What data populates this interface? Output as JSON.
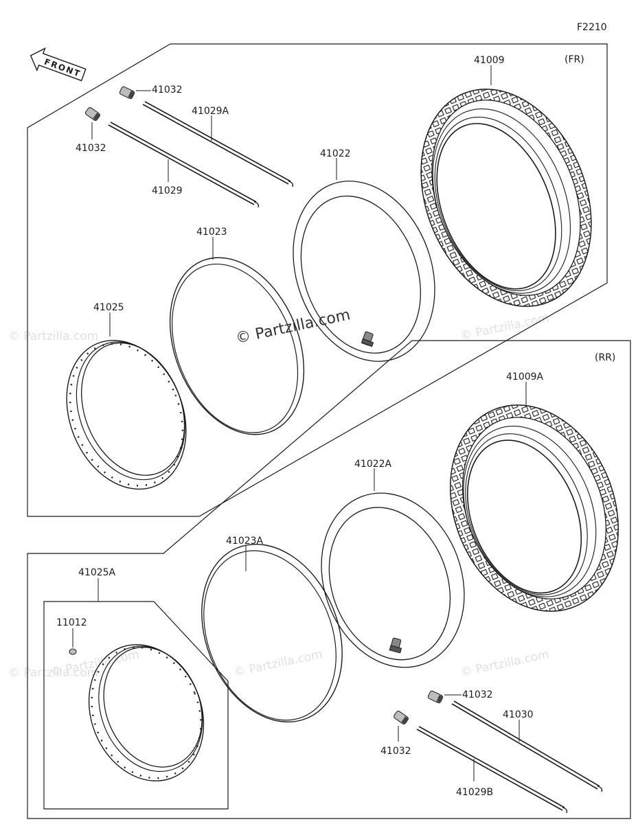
{
  "figure_code": "F2210",
  "front_arrow_text": "FRONT",
  "sections": {
    "front": {
      "tag": "(FR)"
    },
    "rear": {
      "tag": "(RR)"
    }
  },
  "watermark": {
    "main": "© Partzilla.com",
    "faint": "© Partzilla.com"
  },
  "parts": {
    "tire_front": "41009",
    "tire_rear": "41009A",
    "tube_front": "41022",
    "tube_rear": "41022A",
    "band_front": "41023",
    "band_rear": "41023A",
    "rim_front": "41025",
    "rim_rear": "41025A",
    "spoke_front_a": "41029A",
    "spoke_front": "41029",
    "spoke_rear_b": "41029B",
    "spoke_rear": "41030",
    "nipple_1": "41032",
    "nipple_2": "41032",
    "nipple_3": "41032",
    "nipple_4": "41032",
    "balancer": "11012"
  },
  "colors": {
    "ink": "#1a1a1a",
    "background": "#ffffff",
    "watermark": "#e0e0e0"
  }
}
